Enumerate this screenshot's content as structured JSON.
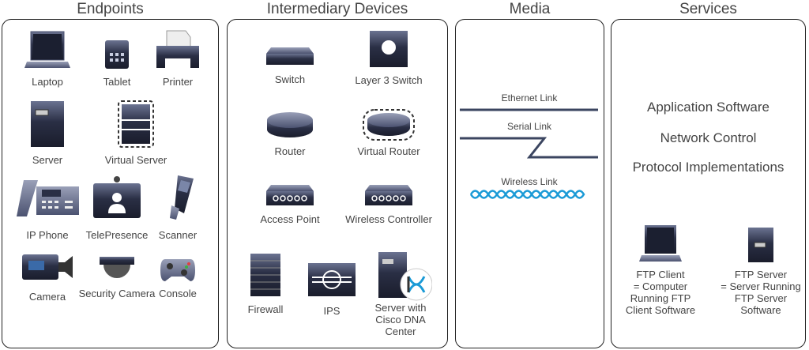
{
  "sections": {
    "endpoints": {
      "title": "Endpoints",
      "items": [
        "Laptop",
        "Tablet",
        "Printer",
        "Server",
        "Virtual Server",
        "IP Phone",
        "TelePresence",
        "Scanner",
        "Camera",
        "Security Camera",
        "Console"
      ]
    },
    "intermediary": {
      "title": "Intermediary Devices",
      "items": [
        "Switch",
        "Layer 3 Switch",
        "Router",
        "Virtual Router",
        "Access Point",
        "Wireless Controller",
        "Firewall",
        "IPS",
        "Server with Cisco DNA Center"
      ]
    },
    "media": {
      "title": "Media",
      "links": [
        "Ethernet Link",
        "Serial Link",
        "Wireless Link"
      ],
      "wireless_color": "#1a9ad6",
      "wire_color": "#3b4560"
    },
    "services": {
      "title": "Services",
      "items": [
        "Application Software",
        "Network Control",
        "Protocol Implementations"
      ],
      "ftp_client": [
        "FTP Client",
        "= Computer",
        "Running FTP",
        "Client Software"
      ],
      "ftp_server": [
        "FTP Server",
        "= Server Running",
        "FTP Server",
        "Software"
      ]
    }
  }
}
